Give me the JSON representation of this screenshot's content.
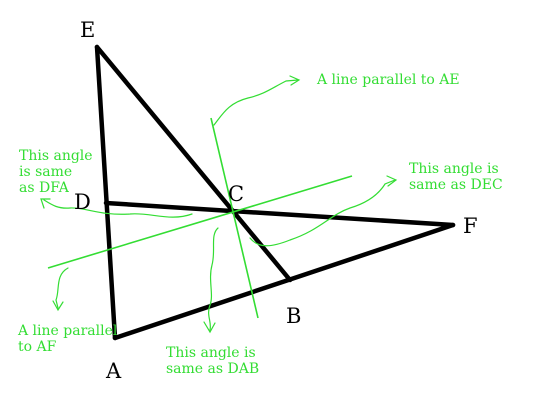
{
  "colors": {
    "triangle": "#000000",
    "annotation": "#33dd33",
    "background": "#ffffff"
  },
  "points": {
    "E": "E",
    "D": "D",
    "C": "C",
    "F": "F",
    "B": "B",
    "A": "A"
  },
  "annotations": {
    "parallel_ae": [
      "A line parallel to AE"
    ],
    "angle_dfa": [
      "This angle",
      "is same",
      "as DFA"
    ],
    "angle_dec": [
      "This angle is",
      "same as DEC"
    ],
    "parallel_af": [
      "A line parallel",
      "to AF"
    ],
    "angle_dab": [
      "This angle is",
      "same as DAB"
    ]
  }
}
